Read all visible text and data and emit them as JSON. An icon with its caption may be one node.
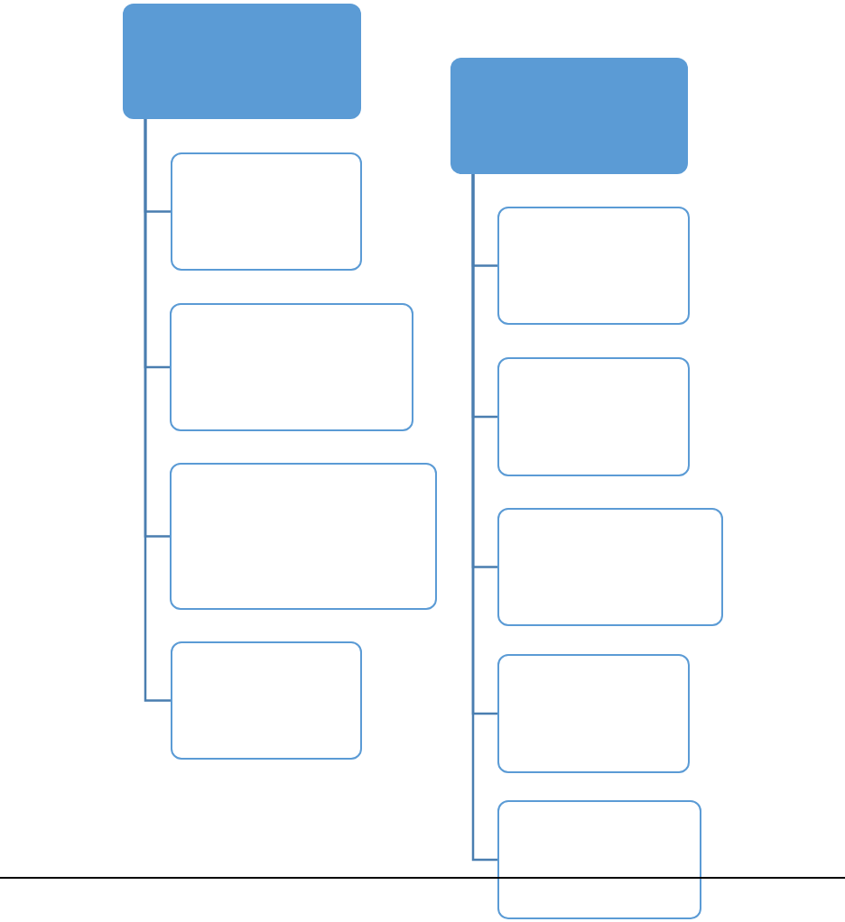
{
  "diagram": {
    "nodes": [
      {
        "text": [],
        "shape": "box"
      },
      {
        "text": [],
        "shape": "box"
      },
      {
        "text": [],
        "shape": "box"
      },
      {
        "text": [],
        "shape": "box"
      },
      {
        "text": [],
        "shape": "box"
      },
      {
        "text": [],
        "shape": "box"
      },
      {
        "text": [],
        "shape": "box"
      },
      {
        "text": [],
        "shape": "box"
      },
      {
        "text": [],
        "shape": "box"
      },
      {
        "text": [],
        "shape": "box"
      },
      {
        "text": [],
        "shape": "box"
      }
    ],
    "edges": [
      {
        "from": 0,
        "to": 1,
        "arrow": "none"
      },
      {
        "from": 0,
        "to": 2,
        "arrow": "none"
      },
      {
        "from": 0,
        "to": 3,
        "arrow": "none"
      },
      {
        "from": 0,
        "to": 4,
        "arrow": "none"
      },
      {
        "from": 5,
        "to": 6,
        "arrow": "none"
      },
      {
        "from": 5,
        "to": 7,
        "arrow": "none"
      },
      {
        "from": 5,
        "to": 8,
        "arrow": "none"
      },
      {
        "from": 5,
        "to": 9,
        "arrow": "none"
      },
      {
        "from": 5,
        "to": 10,
        "arrow": "none"
      }
    ]
  }
}
